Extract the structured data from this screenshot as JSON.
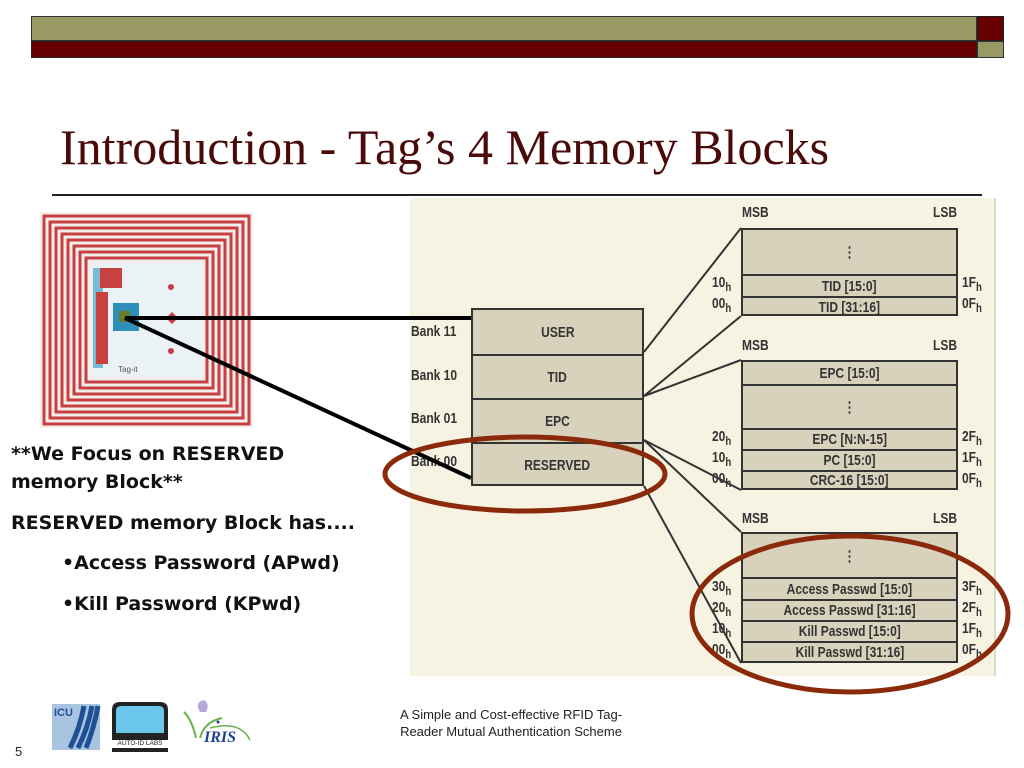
{
  "slide": {
    "title": "Introduction - Tag’s 4 Memory Blocks",
    "page_number": "5",
    "footer": {
      "line1": "A Simple and Cost-effective RFID Tag-",
      "line2": "Reader Mutual Authentication Scheme"
    },
    "colors": {
      "bar_olive": "#999966",
      "bar_maroon": "#660000",
      "title_color": "#4a0a0a",
      "highlight_ellipse": "#8b2a0a",
      "diagram_bg": "#f6f3e3",
      "block_fill": "#d8d2bd"
    }
  },
  "body": {
    "focus_line1": "**We Focus on RESERVED",
    "focus_line2": "memory Block**",
    "has_line": "RESERVED memory Block has....",
    "bullets": [
      "•Access Password (APwd)",
      "•Kill Password (KPwd)"
    ]
  },
  "diagram": {
    "banks": [
      {
        "label": "Bank 11",
        "name": "USER"
      },
      {
        "label": "Bank 10",
        "name": "TID"
      },
      {
        "label": "Bank 01",
        "name": "EPC"
      },
      {
        "label": "Bank 00",
        "name": "RESERVED"
      }
    ],
    "msb": "MSB",
    "lsb": "LSB",
    "ellipsis": "⋮",
    "tid_block": {
      "rows": [
        "TID [15:0]",
        "TID [31:16]"
      ],
      "left_addr": [
        "10",
        "00"
      ],
      "right_addr": [
        "1F",
        "0F"
      ]
    },
    "epc_block": {
      "top_row": "EPC [15:0]",
      "rows": [
        "EPC [N:N-15]",
        "PC [15:0]",
        "CRC-16 [15:0]"
      ],
      "left_addr": [
        "20",
        "10",
        "00"
      ],
      "right_addr": [
        "2F",
        "1F",
        "0F"
      ]
    },
    "reserved_block": {
      "rows": [
        "Access Passwd [15:0]",
        "Access Passwd [31:16]",
        "Kill Passwd [15:0]",
        "Kill Passwd [31:16]"
      ],
      "left_addr": [
        "30",
        "20",
        "10",
        "00"
      ],
      "right_addr": [
        "3F",
        "2F",
        "1F",
        "0F"
      ]
    },
    "hex_suffix": "h"
  },
  "logos": {
    "icu": "ICU",
    "autoid": "AUTO-ID LABS",
    "iris": "IRIS"
  },
  "tag_image": {
    "caption": "Tag-it"
  }
}
